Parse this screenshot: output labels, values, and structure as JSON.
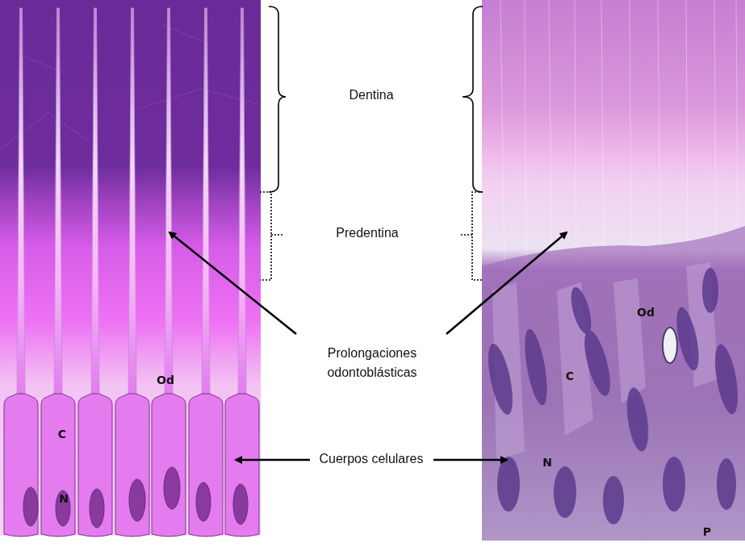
{
  "diagram": {
    "labels": [
      "Dentina",
      "Predentina",
      "Prolongaciones odontoblásticas",
      "Cuerpos celulares",
      "Od",
      "C",
      "N",
      "Od",
      "C",
      "N",
      "P"
    ]
  }
}
